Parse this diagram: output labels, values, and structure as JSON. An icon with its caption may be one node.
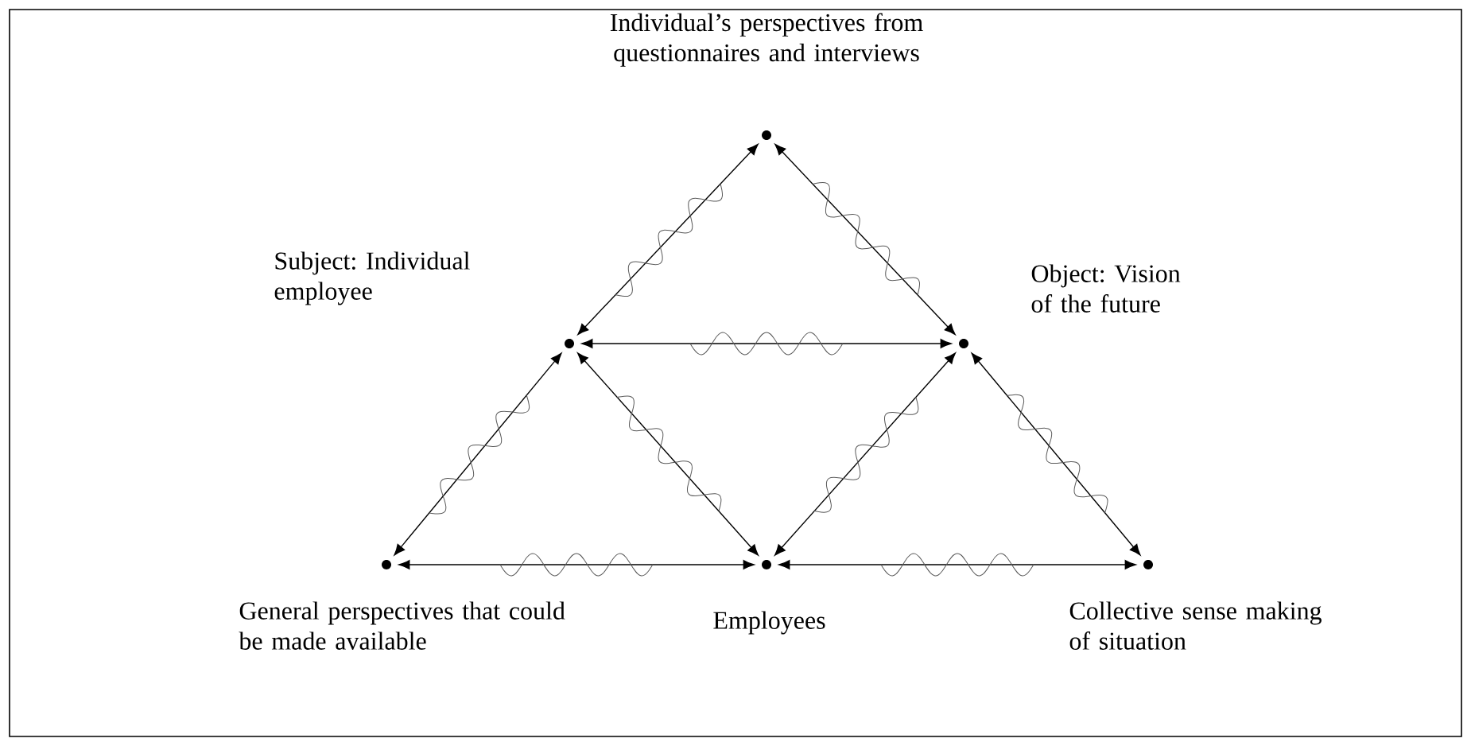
{
  "diagram": {
    "nodes": [
      {
        "text": [],
        "shape": "point",
        "beside": [
          "Individual’s perspectives from questionnaires and interviews"
        ]
      },
      {
        "text": [],
        "shape": "point",
        "beside": [
          "Subject: Individual employee"
        ]
      },
      {
        "text": [],
        "shape": "point",
        "beside": [
          "Object: Vision of the future"
        ]
      },
      {
        "text": [],
        "shape": "point",
        "beside": [
          "General perspectives that could be made available"
        ]
      },
      {
        "text": [],
        "shape": "point",
        "beside": [
          "Employees"
        ]
      },
      {
        "text": [],
        "shape": "point",
        "beside": [
          "Collective sense making of situation"
        ]
      }
    ],
    "edges": [
      {
        "from": 1,
        "to": 0,
        "arrow": "both"
      },
      {
        "from": 2,
        "to": 0,
        "arrow": "both"
      },
      {
        "from": 1,
        "to": 2,
        "arrow": "both"
      },
      {
        "from": 3,
        "to": 1,
        "arrow": "both"
      },
      {
        "from": 4,
        "to": 1,
        "arrow": "both"
      },
      {
        "from": 4,
        "to": 2,
        "arrow": "both"
      },
      {
        "from": 5,
        "to": 2,
        "arrow": "both"
      },
      {
        "from": 3,
        "to": 4,
        "arrow": "both"
      },
      {
        "from": 4,
        "to": 5,
        "arrow": "both"
      }
    ]
  }
}
